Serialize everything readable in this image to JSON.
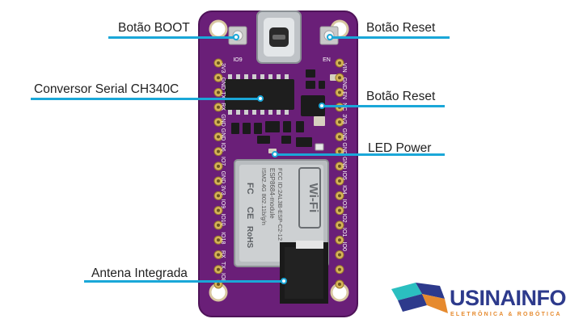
{
  "labels": {
    "boot": "Botão BOOT",
    "reset_top": "Botão Reset",
    "serial": "Conversor Serial CH340C",
    "reset_mid": "Botão Reset",
    "led": "LED Power",
    "antenna": "Antena Integrada"
  },
  "board": {
    "pins_left": [
      "3V3",
      "GND",
      "TX",
      "RX",
      "GND",
      "GND",
      "IO6",
      "IO7",
      "GND",
      "3V3",
      "IO9",
      "IO10",
      "IO18",
      "RX",
      "TX",
      "IO8"
    ],
    "pins_right": [
      "VIN",
      "GND",
      "EN",
      "NC",
      "3V3",
      "GND",
      "GND",
      "GND",
      "IO5",
      "IO4",
      "IO3",
      "IO2",
      "IO1",
      "IO0"
    ],
    "silk_boot": "IO9",
    "silk_en": "EN",
    "module_line1": "FCC ID:2AL3B-ESP-C2-12",
    "module_line2": "ESP8684-module",
    "module_line3": "ISM2.4G 802.11b/g/n",
    "module_fc": "FC",
    "module_ce": "CE",
    "module_rohs": "RoHS",
    "wifi_logo": "Wi-Fi"
  },
  "logo": {
    "name": "USINAINFO",
    "tagline": "ELETRÔNICA & ROBÓTICA"
  },
  "colors": {
    "pcb": "#6a1f78",
    "line": "#1aa7d8",
    "logo_blue": "#2d3a8c",
    "logo_orange": "#e68a2e",
    "logo_teal": "#2bbfc0"
  }
}
